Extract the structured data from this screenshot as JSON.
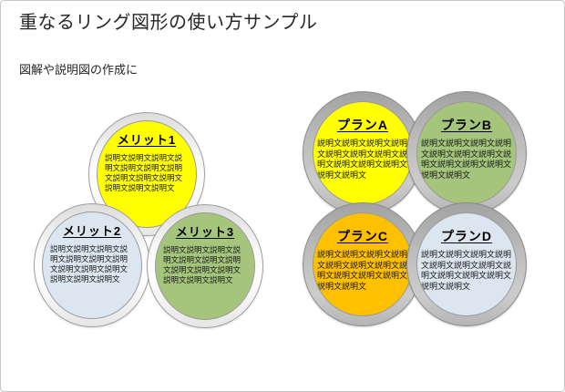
{
  "page": {
    "title": "重なるリング図形の使い方サンプル",
    "subtitle": "図解や説明図の作成に"
  },
  "colors": {
    "yellow": "#ffff00",
    "green": "#a5c57c",
    "pale_blue": "#dce6f1",
    "amber": "#ffc000",
    "ring_band_light": "#f2f2f2",
    "ring_band_gray": "#bdbdbd",
    "ring_border": "#9a9a9a",
    "page_border": "#c6c6c6",
    "text": "#262626"
  },
  "diagrams": {
    "venn": {
      "circles": [
        {
          "title": "メリット1",
          "fill": "#ffff00",
          "body": "説明文説明文説明文説明文説明文説明文説明文説明文説明文説明文説明文説明文説明文"
        },
        {
          "title": "メリット2",
          "fill": "#dce6f1",
          "body": "説明文説明文説明文説明文説明文説明文説明文説明文説明文説明文説明文説明文説明文"
        },
        {
          "title": "メリット3",
          "fill": "#a5c57c",
          "body": "説明文説明文説明文説明文説明文説明文説明文説明文説明文説明文説明文説明文説明文"
        }
      ]
    },
    "grid": {
      "circles": [
        {
          "title": "プランA",
          "fill": "#ffff00",
          "body": "説明文説明文説明文説明文説明文説明文説明文説明文説明文説明文説明文説明文説明文"
        },
        {
          "title": "プランB",
          "fill": "#a5c57c",
          "body": "説明文説明文説明文説明文説明文説明文説明文説明文説明文説明文説明文説明文説明文"
        },
        {
          "title": "プランC",
          "fill": "#ffc000",
          "body": "説明文説明文説明文説明文説明文説明文説明文説明文説明文説明文説明文説明文説明文"
        },
        {
          "title": "プランD",
          "fill": "#dce6f1",
          "body": "説明文説明文説明文説明文説明文説明文説明文説明文説明文説明文説明文説明文説明文"
        }
      ]
    }
  }
}
